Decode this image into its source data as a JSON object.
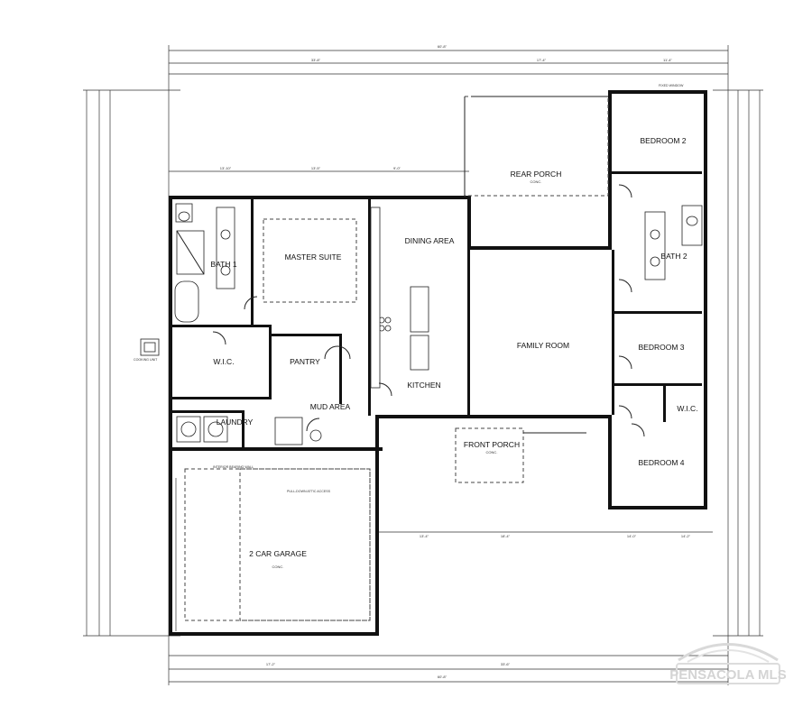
{
  "rooms": {
    "bedroom2": "BEDROOM 2",
    "rear_porch": "REAR PORCH",
    "rear_porch_sub": "CONC.",
    "master_suite": "MASTER SUITE",
    "dining_area": "DINING AREA",
    "bath1": "BATH 1",
    "bath2": "BATH 2",
    "family_room": "FAMILY ROOM",
    "bedroom3": "BEDROOM 3",
    "wic1": "W.I.C.",
    "wic2": "W.I.C.",
    "pantry": "PANTRY",
    "kitchen": "KITCHEN",
    "laundry": "LAUNDRY",
    "mud_area": "MUD AREA",
    "front_porch": "FRONT PORCH",
    "front_porch_sub": "CONC.",
    "bedroom4": "BEDROOM 4",
    "garage": "2 CAR GARAGE",
    "garage_sub": "CONC."
  },
  "notes": {
    "cooking_unit": "COOKING UNIT",
    "interior_bearing_wall": "INTERIOR BEARING WALL",
    "fixed_window": "FIXED WINDOW",
    "attic_access": "PULL-DOWN ATTIC ACCESS"
  },
  "watermark": {
    "text": "PENSACOLA MLS"
  }
}
